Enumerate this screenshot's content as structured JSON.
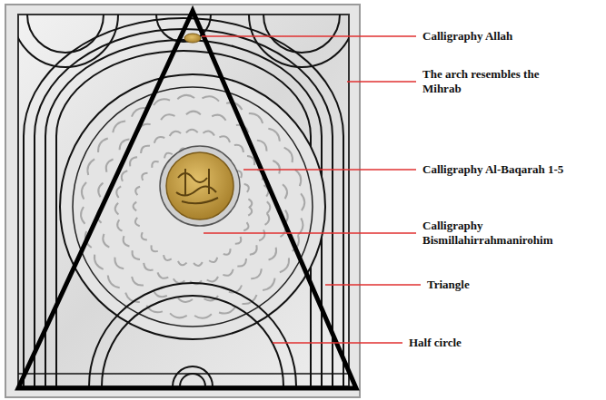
{
  "diagram": {
    "labels": [
      "Calligraphy Allah",
      "The arch resembles the Mihrab",
      "Calligraphy Al-Baqarah 1-5",
      "Calligraphy Bismillahirrahmanirohim",
      "Triangle",
      "Half circle"
    ]
  }
}
